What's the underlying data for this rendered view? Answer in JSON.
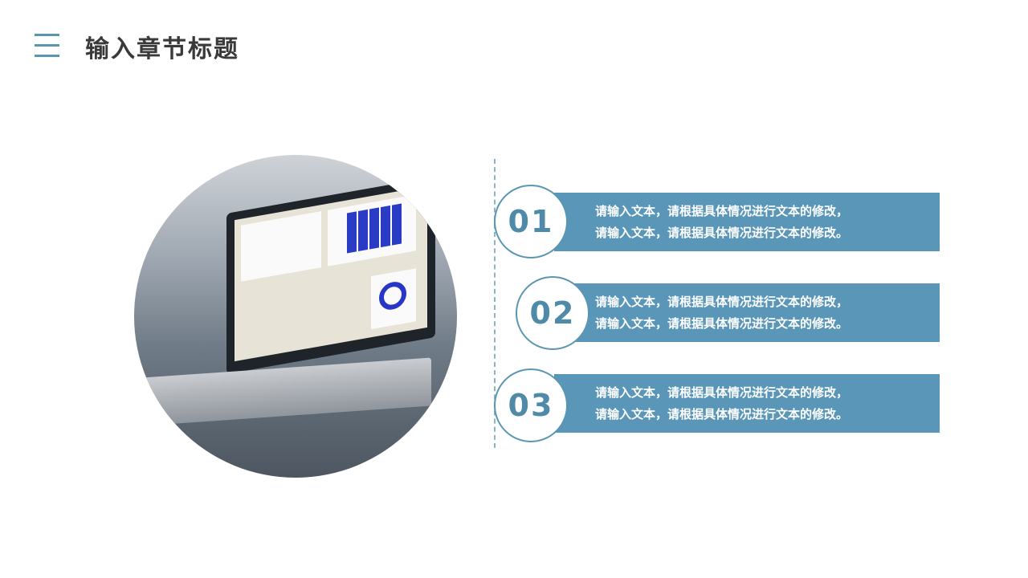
{
  "header": {
    "title": "输入章节标题",
    "icon": "menu-lines-icon"
  },
  "image": {
    "description_icon": "laptop-dashboard-photo"
  },
  "items": [
    {
      "number": "01",
      "line1": "请输入文本，请根据具体情况进行文本的修改，",
      "line2": "请输入文本，请根据具体情况进行文本的修改。"
    },
    {
      "number": "02",
      "line1": "请输入文本，请根据具体情况进行文本的修改，",
      "line2": "请输入文本，请根据具体情况进行文本的修改。"
    },
    {
      "number": "03",
      "line1": "请输入文本，请根据具体情况进行文本的修改，",
      "line2": "请输入文本，请根据具体情况进行文本的修改。"
    }
  ],
  "colors": {
    "accent": "#5a96b8",
    "title": "#3a3a3a"
  }
}
